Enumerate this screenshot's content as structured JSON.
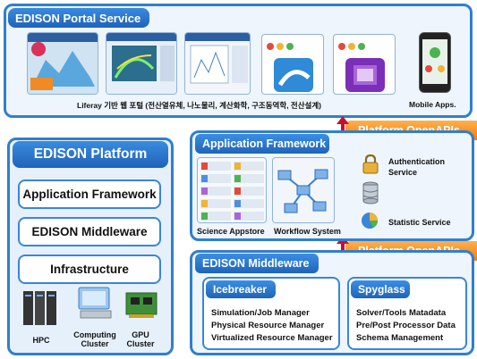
{
  "portal": {
    "title": "EDISON Portal Service",
    "caption": "Liferay 기반 웹 포털 (전산열유체, 나노물리, 계산화학, 구조동역학, 전산설계)",
    "mobile_caption": "Mobile Apps."
  },
  "openapi": {
    "label_top": "Platform OpenAPIs",
    "label_bottom": "Platform OpenAPIs"
  },
  "platform": {
    "title": "EDISON Platform",
    "layers": [
      "Application Framework",
      "EDISON Middleware",
      "Infrastructure"
    ],
    "infra": [
      {
        "label": "HPC"
      },
      {
        "label": "Computing\nCluster"
      },
      {
        "label": "GPU\nCluster"
      }
    ]
  },
  "appframework": {
    "title": "Application Framework",
    "science_appstore": "Science Appstore",
    "workflow_system": "Workflow System",
    "authentication": "Authentication\nService",
    "statistic": "Statistic Service"
  },
  "middleware": {
    "title": "EDISON Middleware",
    "icebreaker": {
      "title": "Icebreaker",
      "items": [
        "Simulation/Job Manager",
        "Physical Resource Manager",
        "Virtualized Resource Manager"
      ]
    },
    "spyglass": {
      "title": "Spyglass",
      "items": [
        "Solver/Tools Matadata",
        "Pre/Post Processor Data",
        "Schema Management"
      ]
    }
  },
  "colors": {
    "blue": "#2f7fd0",
    "orange": "#f07a12",
    "red_arrow": "#c8102e"
  }
}
